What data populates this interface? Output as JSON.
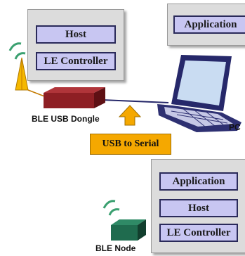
{
  "pc_stack": {
    "host_label": "Host",
    "controller_label": "LE Controller"
  },
  "app_box": {
    "label": "Application"
  },
  "dongle": {
    "label": "BLE USB Dongle"
  },
  "pc": {
    "label": "PC"
  },
  "serial": {
    "label": "USB to Serial"
  },
  "node_stack": {
    "app_label": "Application",
    "host_label": "Host",
    "controller_label": "LE Controller"
  },
  "node": {
    "label": "BLE Node"
  },
  "colors": {
    "layer": "#c8c6f2",
    "stack_bg": "#dcdcdc",
    "dongle": "#8e1f24",
    "node": "#1f6b4e",
    "callout": "#f5a800",
    "link": "#26286a"
  }
}
